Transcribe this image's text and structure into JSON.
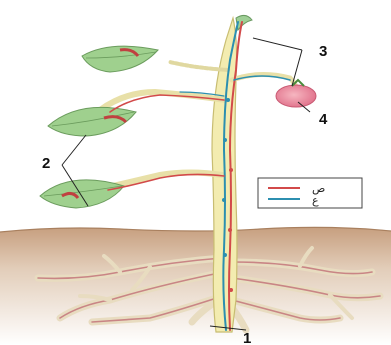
{
  "labels": {
    "l1": "1",
    "l2": "2",
    "l3": "3",
    "l4": "4"
  },
  "legend": {
    "item_top": "ص",
    "item_bottom": "ع"
  },
  "colors": {
    "soil": "#c9a98a",
    "stem": "#f3ecb0",
    "leaf": "#8cc28a",
    "vessel_red": "#d24a4a",
    "vessel_blue": "#2c8fb0",
    "fruit": "#e98a9a"
  }
}
